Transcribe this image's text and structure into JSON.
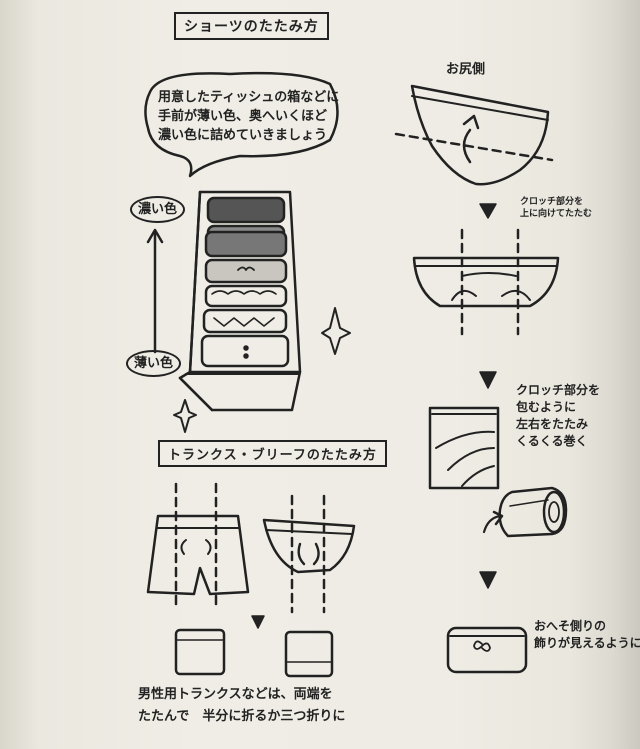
{
  "shorts_section": {
    "title": "ショーツのたたみ方",
    "bubble_text": "用意したティッシュの箱などに\n手前が薄い色、奥へいくほど\n濃い色に詰めていきましょう",
    "label_dark": "濃い色",
    "label_light": "薄い色",
    "label_back": "お尻側",
    "step_note_1": "クロッチ部分を\n上に向けてたたむ",
    "step_note_2": "クロッチ部分を\n包むように\n左右をたたみ\nくるくる巻く",
    "step_note_3": "おへそ側りの\n飾りが見えるように"
  },
  "trunks_section": {
    "title": "トランクス・ブリーフのたたみ方",
    "caption": "男性用トランクスなどは、両端を\nたたんで　半分に折るか三つ折りに"
  }
}
